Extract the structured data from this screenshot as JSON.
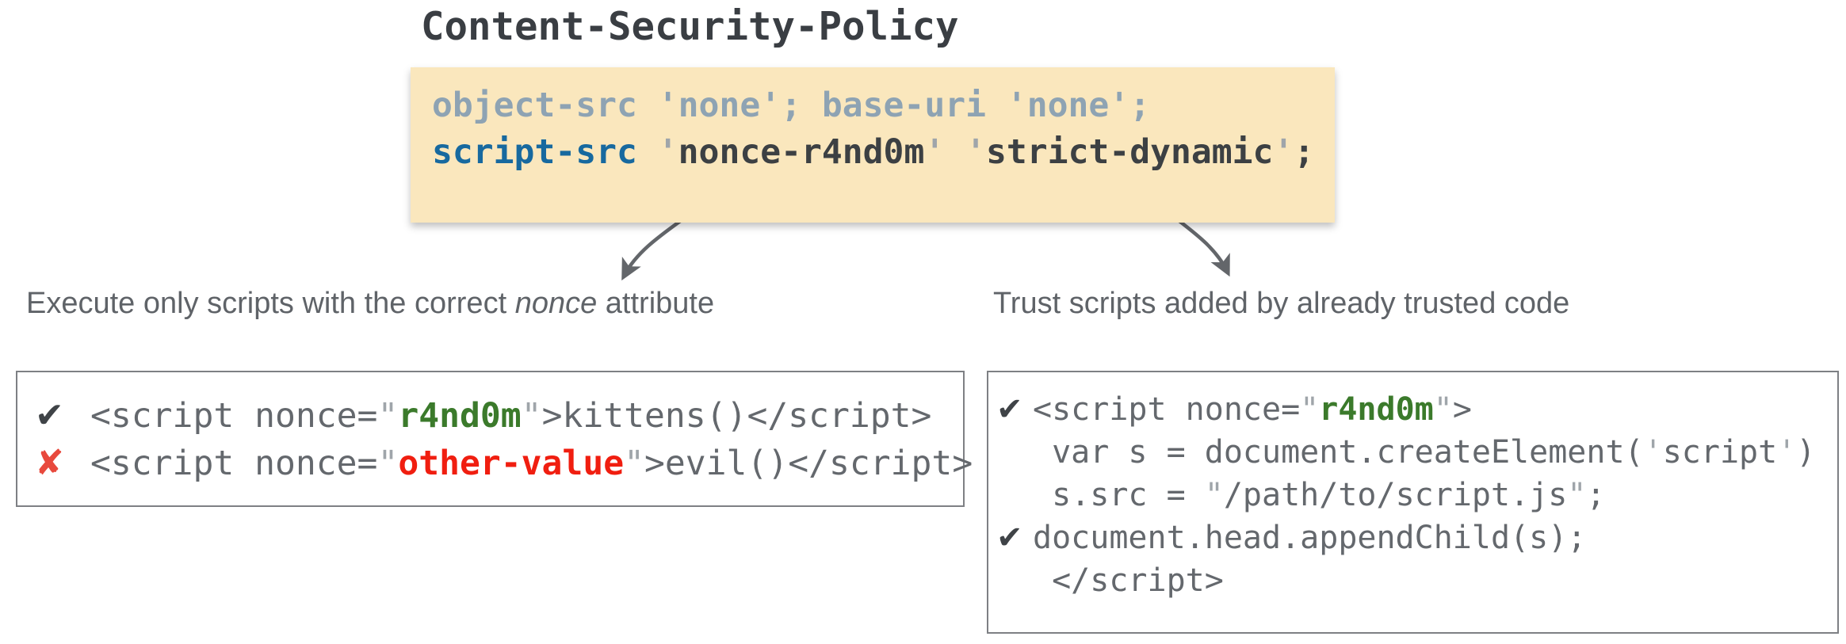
{
  "title": "Content-Security-Policy",
  "policy_box": {
    "line1": "object-src 'none'; base-uri 'none';",
    "line2": {
      "directive": "script-src",
      "sep1": " ",
      "q1": "'",
      "nonce_value": "nonce-r4nd0m",
      "q2": "'",
      "sep2": " ",
      "q3": "'",
      "dynamic_value": "strict-dynamic",
      "q4": "'",
      "terminator": ";"
    }
  },
  "annotations": {
    "left_pre": "Execute only scripts with the correct ",
    "left_em": "nonce",
    "left_post": " attribute",
    "right": "Trust scripts added by already trusted code"
  },
  "left_box": {
    "line1": {
      "icon": "✔",
      "pre": "<script nonce=",
      "q1": "\"",
      "value": "r4nd0m",
      "q2": "\"",
      "post": ">kittens()</script>"
    },
    "line2": {
      "icon": "✘",
      "pre": "<script nonce=",
      "q1": "\"",
      "value": "other-value",
      "q2": "\"",
      "post": ">evil()</script>"
    }
  },
  "right_box": {
    "line1": {
      "icon": "✔",
      "pre": "<script nonce=",
      "q1": "\"",
      "value": "r4nd0m",
      "q2": "\"",
      "post": ">"
    },
    "line2": {
      "pre": " var s = document.createElement(",
      "q1": "'",
      "value": "script",
      "q2": "'",
      "post": ")"
    },
    "line3": {
      "pre": " s.src = ",
      "q1": "\"",
      "value": "/path/to/script.js",
      "q2": "\"",
      "post": ";"
    },
    "line4": {
      "icon": "✔",
      "pre": "document.head.appendChild(s);"
    },
    "line5": {
      "pre": " </script>"
    }
  },
  "colors": {
    "policy_background": "#FAE7BD",
    "policy_muted_line": "#8EA3B3",
    "directive_blue": "#17699F",
    "policy_dark_text": "#3C4043",
    "quote_gray": "#9FA5AA",
    "annotation_gray": "#5F6368",
    "code_gray": "#64686D",
    "good_green": "#3B7A2B",
    "bad_red": "#F01E10",
    "check_dark": "#3F4347",
    "cross_red": "#E8493D",
    "arrow_gray": "#63666A",
    "box_border_gray": "#7E8084",
    "title_dark": "#3A3E43"
  }
}
